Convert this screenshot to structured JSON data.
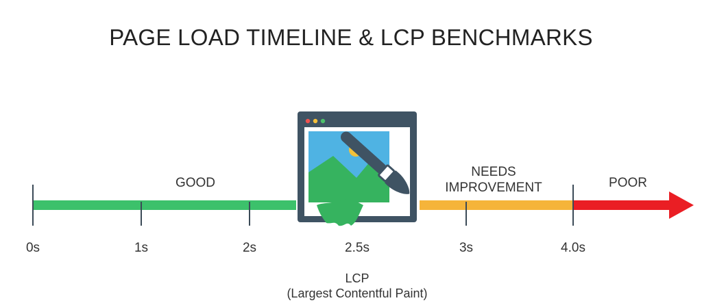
{
  "title": "PAGE LOAD TIMELINE & LCP BENCHMARKS",
  "zones": {
    "good": "GOOD",
    "needs_line1": "NEEDS",
    "needs_line2": "IMPROVEMENT",
    "poor": "POOR"
  },
  "ticks": [
    "0s",
    "1s",
    "2s",
    "2.5s",
    "3s",
    "4.0s"
  ],
  "lcp": {
    "line1": "LCP",
    "line2": "(Largest Contentful Paint)"
  },
  "colors": {
    "good": "#3cc16b",
    "needs_improvement": "#f5b43a",
    "poor": "#ea1e24",
    "tick": "#3b4a57",
    "icon_frame": "#3f5363",
    "icon_sky": "#4fb3e3",
    "icon_hill": "#36b35f",
    "icon_sun": "#f2c23a"
  },
  "icons": {
    "center": "browser-image-paintbrush-icon"
  }
}
